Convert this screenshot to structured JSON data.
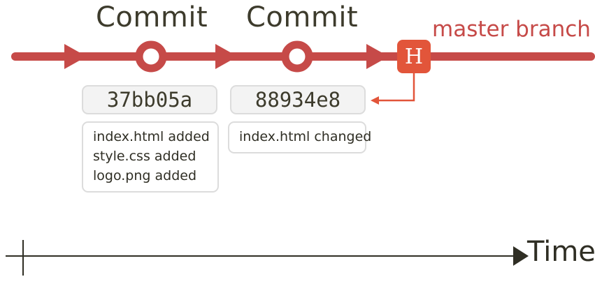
{
  "commits": [
    {
      "title": "Commit",
      "hash": "37bb05a",
      "changes": [
        "index.html added",
        "style.css added",
        "logo.png added"
      ]
    },
    {
      "title": "Commit",
      "hash": "88934e8",
      "changes": [
        "index.html changed"
      ]
    }
  ],
  "branch": {
    "label": "master branch"
  },
  "head": {
    "letter": "H"
  },
  "timeline": {
    "label": "Time"
  },
  "colors": {
    "branch_line": "#c64a48",
    "head_fill": "#e2553a",
    "text_dark": "#3d3b2c",
    "box_border": "#dcdcdc",
    "box_fill": "#f3f3f3"
  }
}
